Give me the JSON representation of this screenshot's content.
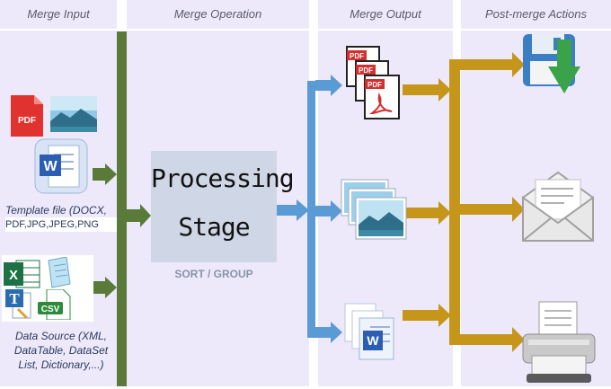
{
  "columns": {
    "input": "Merge Input",
    "operation": "Merge Operation",
    "output": "Merge Output",
    "actions": "Post-merge Actions"
  },
  "template_caption": [
    "Template file (DOCX,",
    "PDF,JPG,JPEG,PNG"
  ],
  "datasource_caption": [
    "Data Source (XML,",
    "DataTable, DataSet",
    "List, Dictionary,...)"
  ],
  "processing": {
    "line1": "Processing",
    "line2": "Stage",
    "sublabel": "SORT / GROUP"
  },
  "icons": {
    "pdf": "pdf-file-icon",
    "image": "image-file-icon",
    "word": "word-document-icon",
    "excel": "excel-icon",
    "text": "text-file-icon",
    "csv": "csv-file-icon",
    "save": "save-icon",
    "email": "email-icon",
    "printer": "printer-icon"
  },
  "colors": {
    "input_arrow": "#5a7a3a",
    "flow_arrow": "#5b9bd5",
    "action_arrow": "#c5961a",
    "panel": "#ede9fb"
  }
}
